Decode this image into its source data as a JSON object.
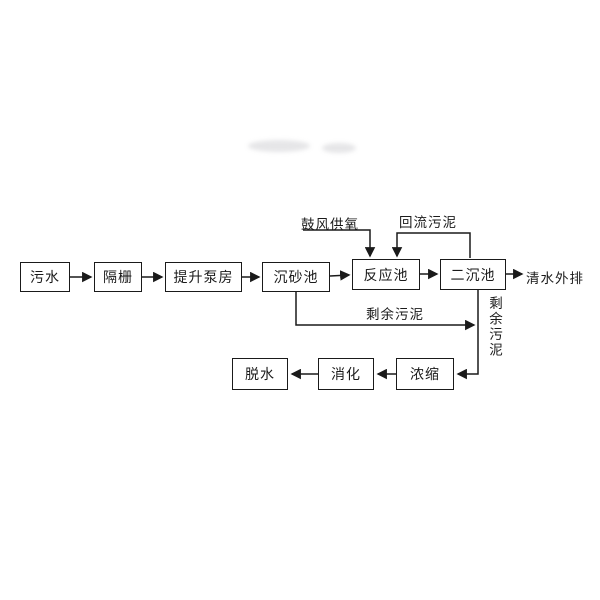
{
  "diagram": {
    "type": "process-flow",
    "subject": "wastewater-treatment",
    "line_color": "#1a1a1a",
    "background": "#ffffff"
  },
  "nodes": {
    "sewage": {
      "label": "污水"
    },
    "screen": {
      "label": "隔栅"
    },
    "lift_pump": {
      "label": "提升泵房"
    },
    "grit_chamber": {
      "label": "沉砂池"
    },
    "reaction_tank": {
      "label": "反应池"
    },
    "secondary_tank": {
      "label": "二沉池"
    },
    "thickening": {
      "label": "浓缩"
    },
    "digestion": {
      "label": "消化"
    },
    "dewatering": {
      "label": "脱水"
    }
  },
  "labels": {
    "effluent": "清水外排",
    "air_supply": "鼓风供氧",
    "return_sludge": "回流污泥",
    "excess_sludge_h": "剩余污泥",
    "excess_sludge_v": "剩余污泥"
  }
}
